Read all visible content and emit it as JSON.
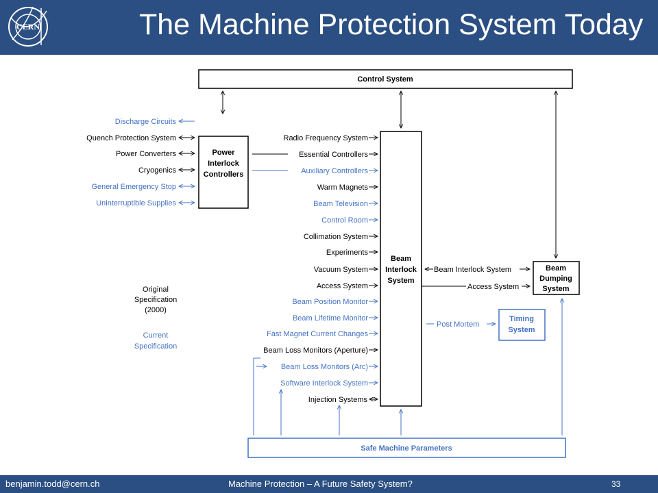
{
  "title": "The Machine Protection System Today",
  "logo_text": "CERN",
  "footer": {
    "email": "benjamin.todd@cern.ch",
    "center": "Machine Protection – A Future Safety System?",
    "page": "33"
  },
  "colors": {
    "header": "#2b4f82",
    "current_spec": "#4472c4",
    "original_spec": "#000000"
  },
  "boxes": {
    "control_system": "Control System",
    "power_interlock": [
      "Power",
      "Interlock",
      "Controllers"
    ],
    "beam_interlock": [
      "Beam",
      "Interlock",
      "System"
    ],
    "beam_dumping": [
      "Beam",
      "Dumping",
      "System"
    ],
    "timing": [
      "Timing",
      "System"
    ],
    "safe_machine": "Safe Machine Parameters"
  },
  "power_inputs": [
    {
      "label": "Discharge Circuits",
      "blue": true
    },
    {
      "label": "Quench Protection System",
      "blue": false
    },
    {
      "label": "Power Converters",
      "blue": false
    },
    {
      "label": "Cryogenics",
      "blue": false
    },
    {
      "label": "General Emergency Stop",
      "blue": true
    },
    {
      "label": "Uninterruptible Supplies",
      "blue": true
    }
  ],
  "beam_inputs": [
    {
      "label": "Radio Frequency System",
      "blue": false
    },
    {
      "label": "Essential Controllers",
      "blue": false
    },
    {
      "label": "Auxiliary Controllers",
      "blue": true
    },
    {
      "label": "Warm Magnets",
      "blue": false
    },
    {
      "label": "Beam Television",
      "blue": true
    },
    {
      "label": "Control Room",
      "blue": true
    },
    {
      "label": "Collimation System",
      "blue": false
    },
    {
      "label": "Experiments",
      "blue": false
    },
    {
      "label": "Vacuum System",
      "blue": false
    },
    {
      "label": "Access System",
      "blue": false
    },
    {
      "label": "Beam Position Monitor",
      "blue": true
    },
    {
      "label": "Beam Lifetime Monitor",
      "blue": true
    },
    {
      "label": "Fast Magnet Current Changes",
      "blue": true
    },
    {
      "label": "Beam Loss Monitors (Aperture)",
      "blue": false
    },
    {
      "label": "Beam Loss Monitors (Arc)",
      "blue": true
    },
    {
      "label": "Software Interlock System",
      "blue": true
    },
    {
      "label": "Injection Systems",
      "blue": false
    }
  ],
  "right_links": {
    "beam_interlock_system": "Beam Interlock System",
    "access_system": "Access System",
    "post_mortem": "Post Mortem"
  },
  "legend": {
    "original": [
      "Original",
      "Specification",
      "(2000)"
    ],
    "current": [
      "Current",
      "Specification"
    ]
  }
}
